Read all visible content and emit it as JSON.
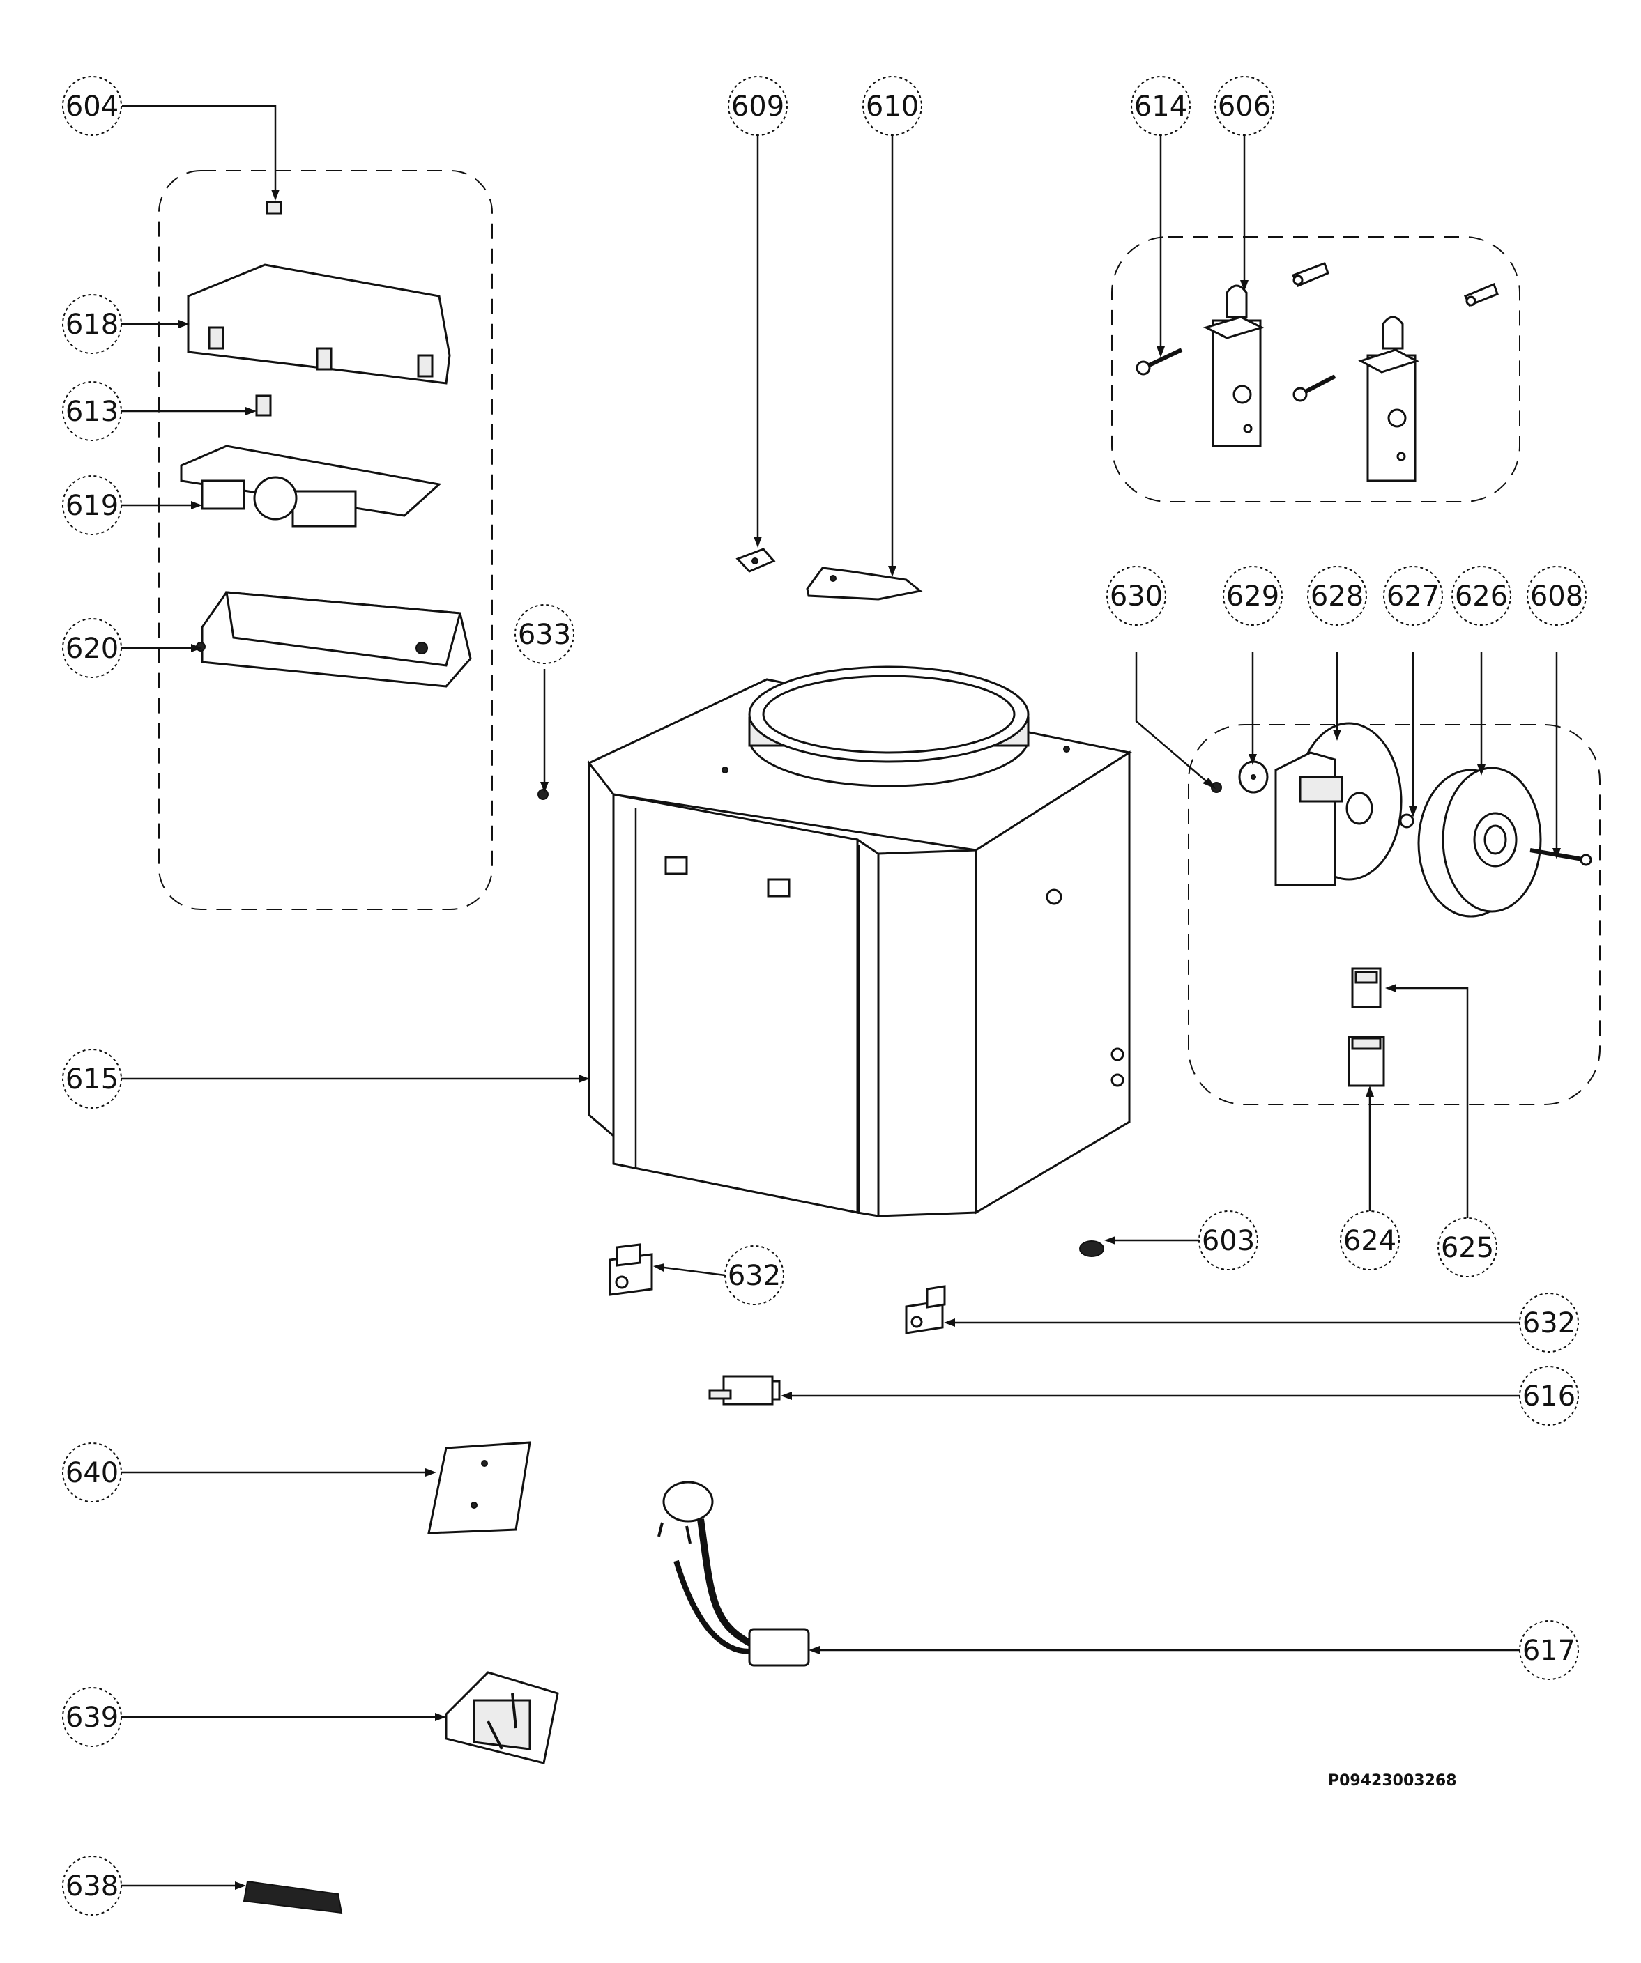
{
  "callouts": [
    {
      "id": "c604",
      "label": "604"
    },
    {
      "id": "c609",
      "label": "609"
    },
    {
      "id": "c610",
      "label": "610"
    },
    {
      "id": "c614",
      "label": "614"
    },
    {
      "id": "c606",
      "label": "606"
    },
    {
      "id": "c618",
      "label": "618"
    },
    {
      "id": "c613",
      "label": "613"
    },
    {
      "id": "c619",
      "label": "619"
    },
    {
      "id": "c620",
      "label": "620"
    },
    {
      "id": "c633",
      "label": "633"
    },
    {
      "id": "c630",
      "label": "630"
    },
    {
      "id": "c629",
      "label": "629"
    },
    {
      "id": "c628",
      "label": "628"
    },
    {
      "id": "c627",
      "label": "627"
    },
    {
      "id": "c626",
      "label": "626"
    },
    {
      "id": "c608",
      "label": "608"
    },
    {
      "id": "c615",
      "label": "615"
    },
    {
      "id": "c603",
      "label": "603"
    },
    {
      "id": "c624",
      "label": "624"
    },
    {
      "id": "c625",
      "label": "625"
    },
    {
      "id": "c632a",
      "label": "632"
    },
    {
      "id": "c632b",
      "label": "632"
    },
    {
      "id": "c616",
      "label": "616"
    },
    {
      "id": "c640",
      "label": "640"
    },
    {
      "id": "c617",
      "label": "617"
    },
    {
      "id": "c639",
      "label": "639"
    },
    {
      "id": "c638",
      "label": "638"
    }
  ],
  "document_code": "P09423003268"
}
